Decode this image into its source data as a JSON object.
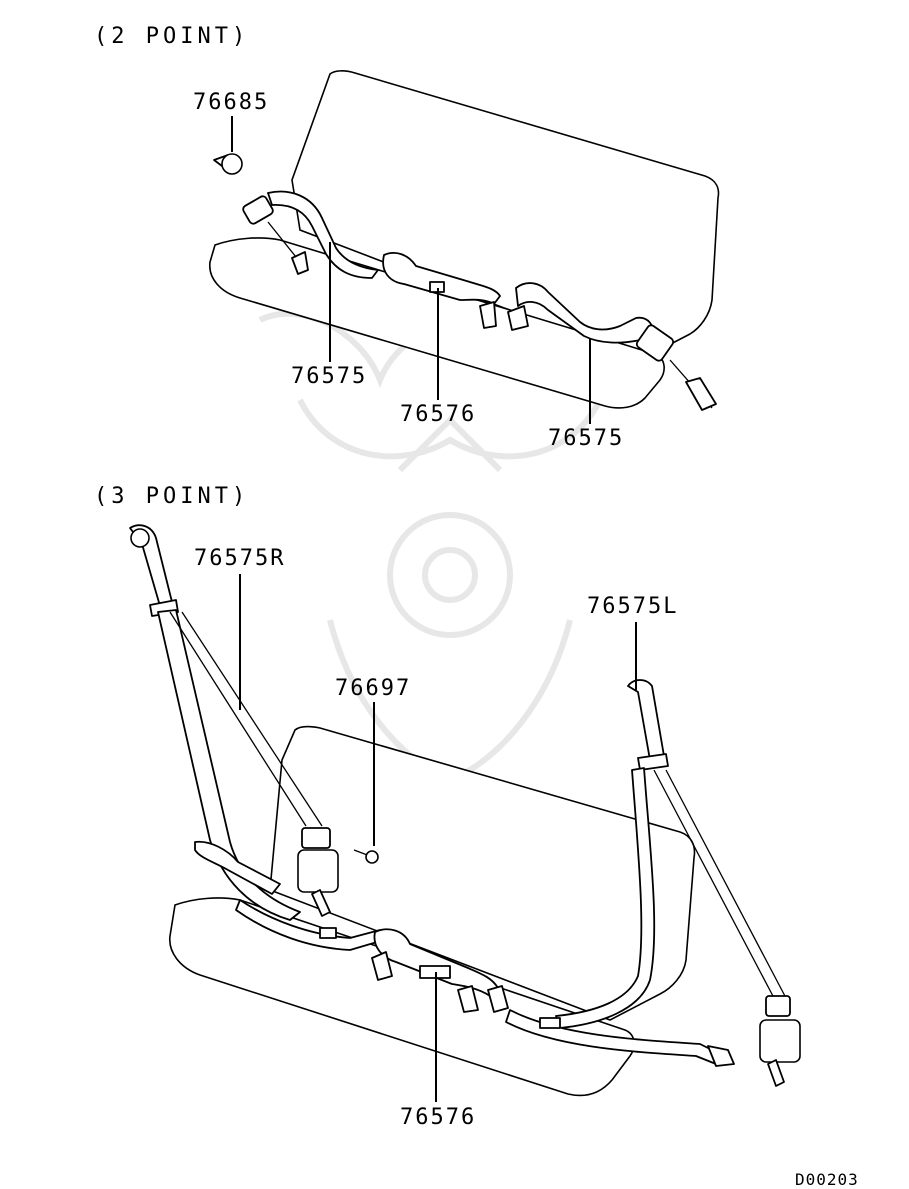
{
  "sections": {
    "two_point": {
      "title": "(2 POINT)"
    },
    "three_point": {
      "title": "(3 POINT)"
    }
  },
  "labels": {
    "bolt_76685": "76685",
    "belt_76575_left": "76575",
    "buckle_76576_top": "76576",
    "belt_76575_right": "76575",
    "belt_76575R": "76575R",
    "screw_76697": "76697",
    "belt_76575L": "76575L",
    "buckle_76576_bottom": "76576"
  },
  "diagram_code": "D00203",
  "colors": {
    "line": "#000000",
    "background": "#ffffff",
    "watermark": "#e7e7e7"
  }
}
